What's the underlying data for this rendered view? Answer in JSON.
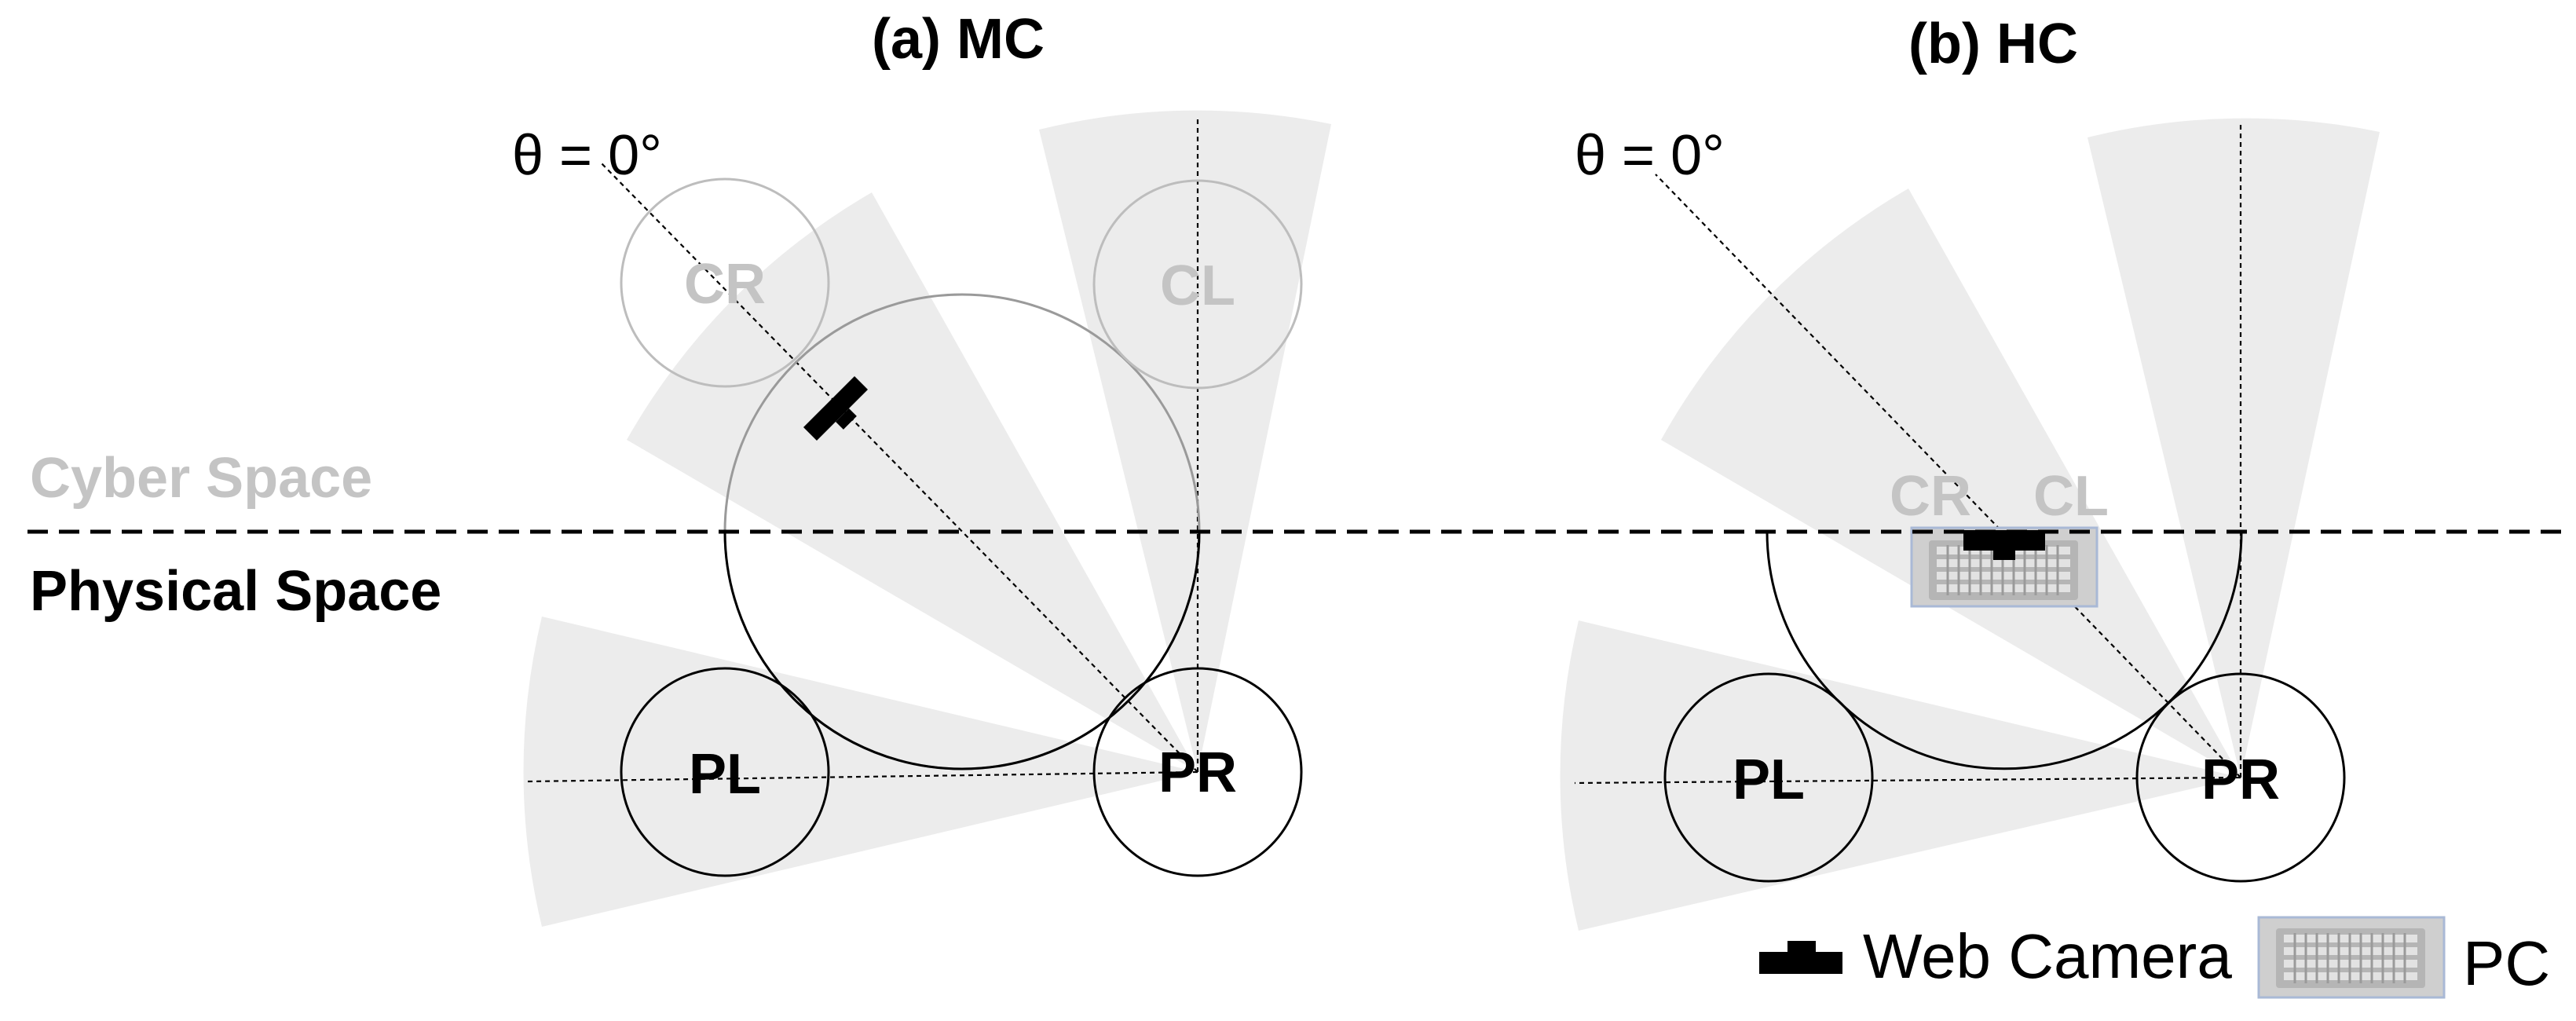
{
  "panels": [
    {
      "title": "(a) MC",
      "angle_label": "θ = 0°",
      "labels": {
        "cr": "CR",
        "cl": "CL",
        "pl": "PL",
        "pr": "PR"
      }
    },
    {
      "title": "(b) HC",
      "angle_label": "θ = 0°",
      "labels": {
        "cr": "CR",
        "cl": "CL",
        "pl": "PL",
        "pr": "PR"
      }
    }
  ],
  "spaces": {
    "cyber": "Cyber Space",
    "physical": "Physical Space"
  },
  "legend": {
    "camera": "Web Camera",
    "pc": "PC"
  },
  "colors": {
    "sector_fill": "#ececec",
    "cyber_text": "#c4c4c4",
    "ink": "#000000",
    "pc_bg": "#cfcfcf",
    "pc_border": "#a9b9d6"
  }
}
